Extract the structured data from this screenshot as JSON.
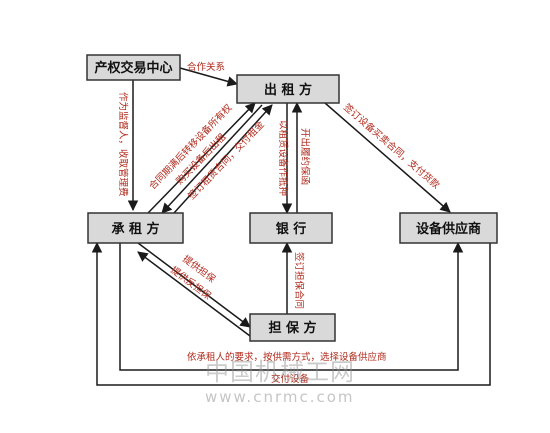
{
  "nodes": {
    "exchange": "产权交易中心",
    "lessor": "出 租 方",
    "lessee": "承 租 方",
    "bank": "银  行",
    "supplier": "设备供应商",
    "guarantor": "担 保 方"
  },
  "labels": {
    "cooperation": "合作关系",
    "supervisor": "作为监督人，收取管理费",
    "transfer_ownership": "合同期满后转移设备所有权",
    "buy_equipment": "购买设备后出租",
    "sign_lease": "签订租赁合同，交付租金",
    "sign_purchase": "签订设备买卖合同，支付货款",
    "pledge": "以租赁设备作抵押",
    "issue_guarantee": "开出履约保函",
    "provide_guarantee": "提供担保",
    "counter_guarantee": "提供反担保",
    "sign_guarantee": "签订担保合同",
    "choose_supplier": "依承租人的要求，按供需方式，选择设备供应商",
    "deliver_equipment": "交付设备"
  },
  "watermark": {
    "cn": "中国机械工网",
    "url": "www.cnrmc.com"
  },
  "colors": {
    "node_fill": "#d9d9d9",
    "label_red": "#b02a1c"
  }
}
